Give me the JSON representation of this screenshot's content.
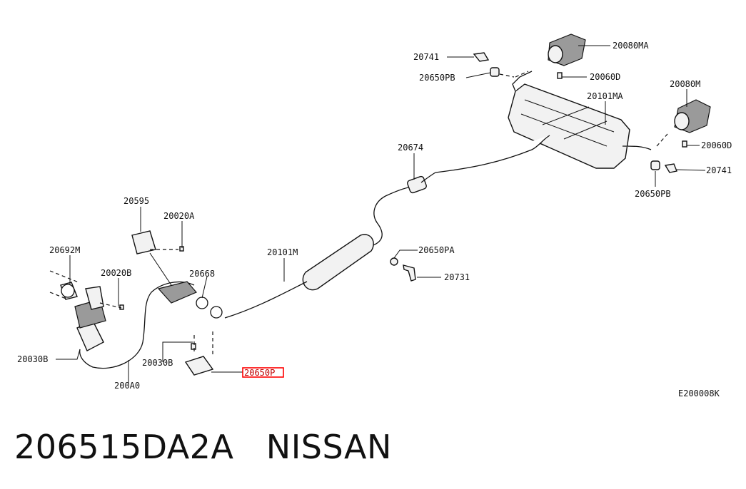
{
  "diagram": {
    "code": "E200008K",
    "labels": {
      "p20741_top": "20741",
      "p20650PB_top": "20650PB",
      "p20080MA": "20080MA",
      "p20060D_top": "20060D",
      "p20101MA": "20101MA",
      "p20080M": "20080M",
      "p20060D_right": "20060D",
      "p20741_right": "20741",
      "p20650PB_right": "20650PB",
      "p20674": "20674",
      "p20595": "20595",
      "p20020A": "20020A",
      "p20692M": "20692M",
      "p20101M": "20101M",
      "p20650PA": "20650PA",
      "p20020B": "20020B",
      "p20668": "20668",
      "p20731": "20731",
      "p20030B_left": "20030B",
      "p20030B_mid": "20030B",
      "p200A0": "200A0",
      "p20650P": "20650P"
    },
    "highlight": "20650P"
  },
  "footer": {
    "part_number": "206515DA2A",
    "brand": "NISSAN"
  }
}
